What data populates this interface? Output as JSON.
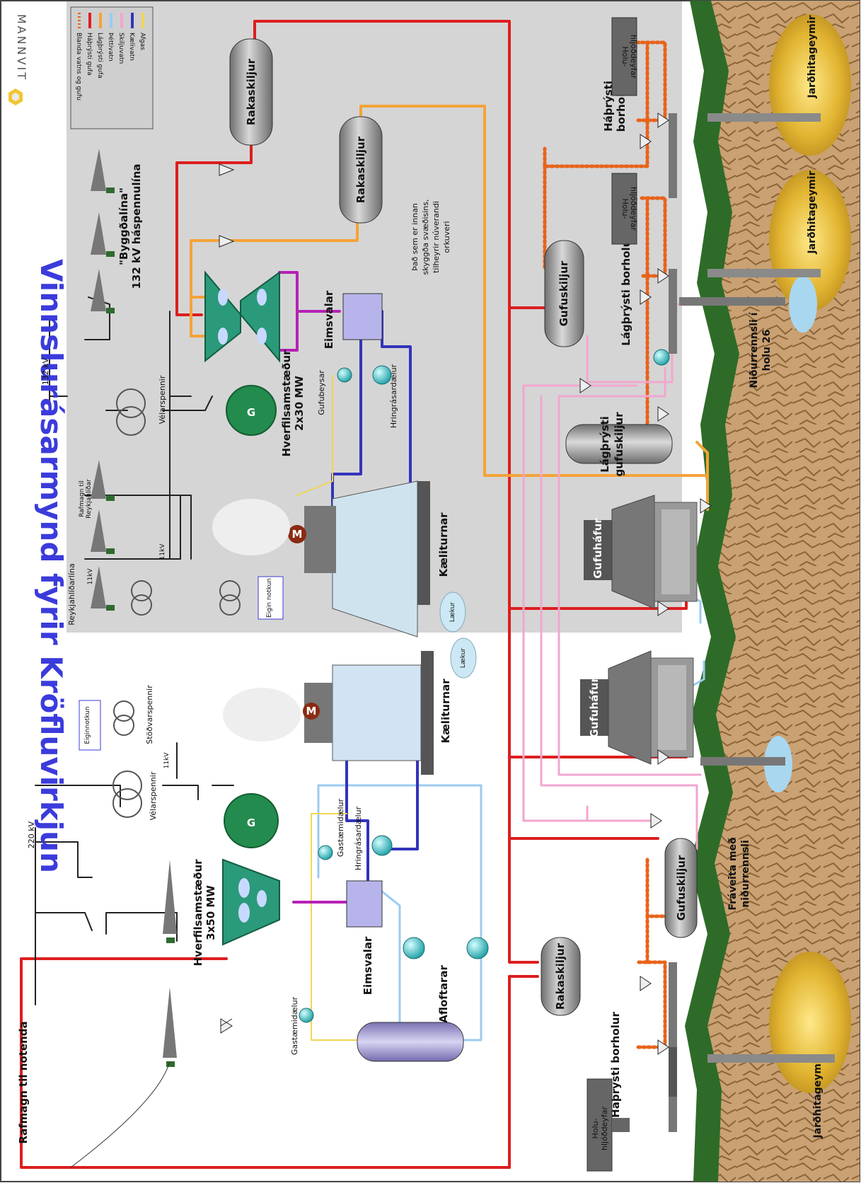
{
  "title": {
    "main": "Vinnslurásarmynd fyrir Kröfluvirkjun",
    "logo": "MANNVIT"
  },
  "legend": {
    "items": [
      {
        "label": "Blanda vatns og gufu",
        "color": "#e8631a"
      },
      {
        "label": "Háþrýsti gufa",
        "color": "#dd1e1e"
      },
      {
        "label": "Lágþrýsti gufa",
        "color": "#f4a338"
      },
      {
        "label": "Þéttivatn",
        "color": "#9ccbf0"
      },
      {
        "label": "Skiljuvatn",
        "color": "#f2a6cf"
      },
      {
        "label": "Kælivatn",
        "color": "#3333bb"
      },
      {
        "label": "Afgas",
        "color": "#f1d653"
      }
    ]
  },
  "labels": {
    "power_to_users": "Rafmagn til notenda",
    "kv220": "220 kV",
    "transformer_a": "Vélarspennir",
    "station_transformer": "Stöðvarspennir",
    "own_use": "Eiginnotkun",
    "kv11_a": "11kV",
    "turbine_a_name": "Hverfilsamstæður",
    "turbine_a_mw": "3x50 MW",
    "condenser_a": "Eimsvalar",
    "circ_pump_a": "Hringrásardælur",
    "gas_pump_a1": "Gastæmidælur",
    "gas_pump_a2": "Gastæmidælur",
    "degasser": "Afloftarar",
    "cooling_tower_a": "Kæliturnar",
    "cooling_tower_b": "Kæliturnar",
    "steam_exhaust_a": "Gufuháfur",
    "steam_exhaust_b": "Gufuháfur",
    "separator_a": "Gufuskiljur",
    "separator_b": "Gufuskiljur",
    "lp_separator_l1": "Lágþrýsti",
    "lp_separator_l2": "gufuskiljur",
    "moisture_sep_a": "Rakaskiljur",
    "moisture_sep_b": "Rakaskiljur",
    "moisture_sep_c": "Rakaskiljur",
    "hp_wells_a": "Háþrýsti borholur",
    "hp_wells_b1": "Háþrýsti",
    "hp_wells_b2": "borholur",
    "lp_wells": "Lágþrýsti borholur",
    "reservoir": "Jarðhitageymir",
    "wellhead_silencer_1": "Holu-",
    "wellhead_silencer_2": "hljóðdeyfar",
    "reinjection_1": "Fráveita með",
    "reinjection_2": "niðurrennsli",
    "reinjection_hole_1": "Niðurrennsli í",
    "reinjection_hole_2": "holu 26",
    "reykjahlid_line": "Reykjahlíðarlína",
    "power_to_reykjahlid_1": "Rafmagn til",
    "power_to_reykjahlid_2": "Reykjahlíðar",
    "kv11_b1": "11kV",
    "kv11_b2": "11kV",
    "own_use_b": "Eigin notkun",
    "turbine_b_name": "Hverfilsamstæður",
    "turbine_b_mw": "2x30 MW",
    "transformer_b": "Vélarspennir",
    "kv132": "132 kV",
    "byggdalina": "\"Byggðalína\"",
    "hv_line": "132 kV háspennulína",
    "condenser_b": "Eimsvalar",
    "circ_pump_b": "Hringrásardælur",
    "steam_ejector": "Gufubeysar",
    "note_1": "Það sem er innan",
    "note_2": "skyggða svæðisins,",
    "note_3": "tilheyrir núverandi",
    "note_4": "orkuveri",
    "creek_a": "Lækur",
    "creek_b": "Lækur",
    "motor_a": "M",
    "motor_b": "M",
    "gen_symbol": "G"
  }
}
